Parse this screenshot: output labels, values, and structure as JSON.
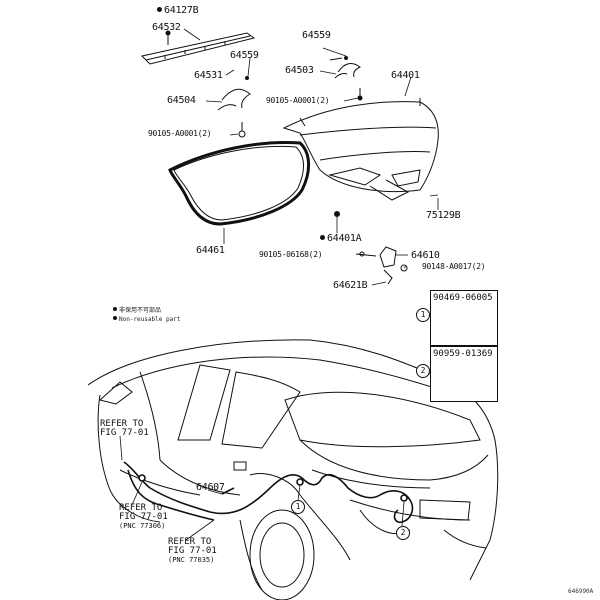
{
  "parts": {
    "p64127B": "64127B",
    "p64532": "64532",
    "p64531": "64531",
    "p64559a": "64559",
    "p64559b": "64559",
    "p64503": "64503",
    "p64504": "64504",
    "p64401": "64401",
    "p90105_A0001_a": "90105-A0001(2)",
    "p90105_A0001_b": "90105-A0001(2)",
    "p64461": "64461",
    "p75129B": "75129B",
    "p64401A": "64401A",
    "p90105_06168": "90105-06168(2)",
    "p64610": "64610",
    "p90148_A0017": "90148-A0017(2)",
    "p64621B": "64621B",
    "p64607": "64607"
  },
  "legend": {
    "item1": "非保用不可部品",
    "item2": "Non-reusable part"
  },
  "callouts": {
    "box1": {
      "marker": "1",
      "part": "90469-06005"
    },
    "box2": {
      "marker": "2",
      "part": "90959-01369"
    },
    "mark1": "1",
    "mark2": "2"
  },
  "refs": {
    "ref1": {
      "line1": "REFER TO",
      "line2": "FIG 77-01"
    },
    "ref2": {
      "line1": "REFER TO",
      "line2": "FIG 77-01",
      "pnc": "(PNC 77306)"
    },
    "ref3": {
      "line1": "REFER TO",
      "line2": "FIG 77-01",
      "pnc": "(PNC 77035)"
    }
  },
  "figure_id": "646990A"
}
